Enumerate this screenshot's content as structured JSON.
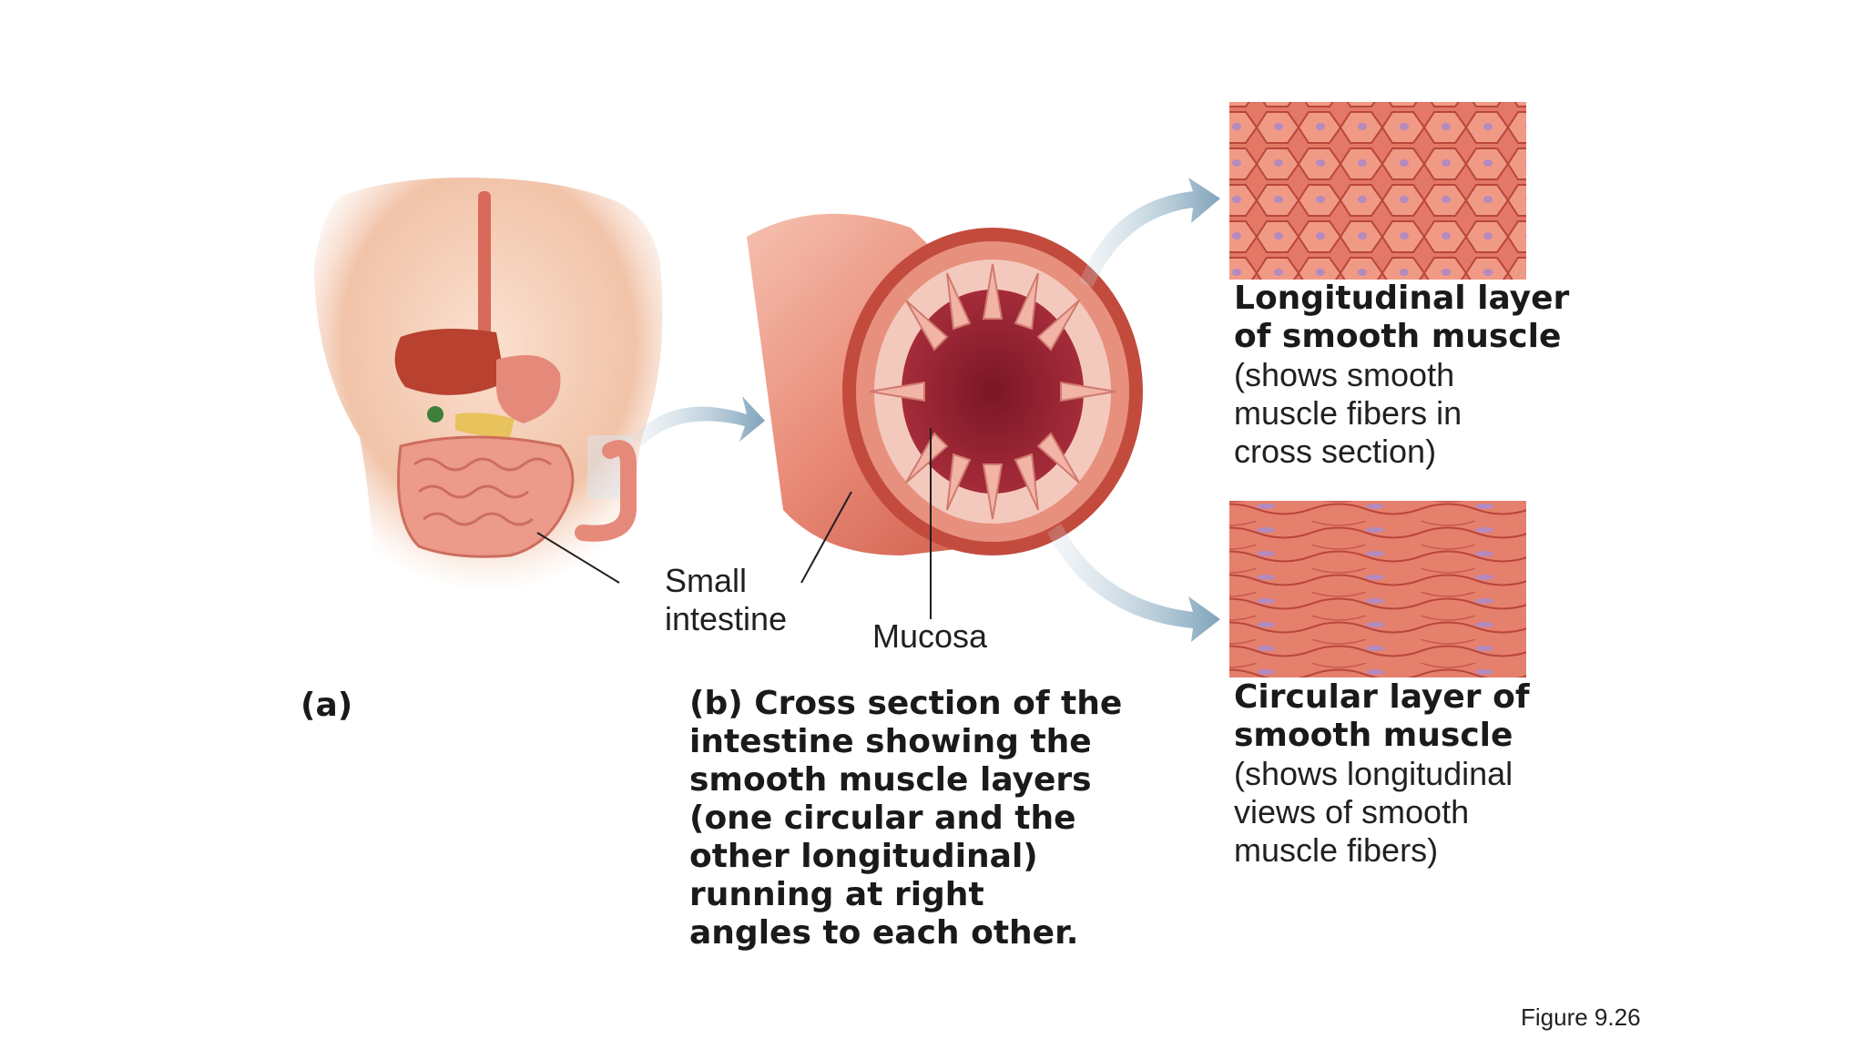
{
  "panels": {
    "a": {
      "tag": "(a)"
    },
    "b": {
      "caption_lines": [
        "(b) Cross section of the",
        "intestine showing the",
        "smooth muscle layers",
        "(one circular and the",
        "other longitudinal)",
        "running at right",
        "angles to each other."
      ]
    }
  },
  "labels": {
    "small_intestine": [
      "Small",
      "intestine"
    ],
    "mucosa": "Mucosa"
  },
  "insets": {
    "longitudinal": {
      "title_lines": [
        "Longitudinal layer",
        "of smooth muscle"
      ],
      "desc_lines": [
        "(shows smooth",
        "muscle fibers in",
        "cross section)"
      ]
    },
    "circular": {
      "title_lines": [
        "Circular layer of",
        "smooth muscle"
      ],
      "desc_lines": [
        "(shows longitudinal",
        "views of smooth",
        "muscle fibers)"
      ]
    }
  },
  "figure_number": "Figure 9.26",
  "colors": {
    "skin": "#f3c7ad",
    "muscle": "#e2705f",
    "dark_muscle": "#b9392f",
    "mucosa": "#8c1f2c",
    "arrow": "#8fb0c4",
    "text": "#231f20"
  }
}
